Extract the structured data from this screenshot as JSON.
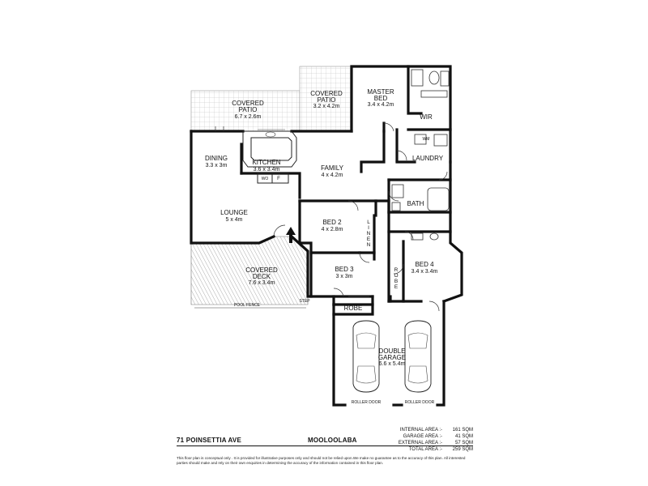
{
  "rooms": {
    "covered_patio_left": {
      "name_line1": "COVERED",
      "name_line2": "PATIO",
      "size": "6.7 x 2.6m"
    },
    "covered_patio_right": {
      "name_line1": "COVERED",
      "name_line2": "PATIO",
      "size": "3.2 x 4.2m"
    },
    "master_bed": {
      "name_line1": "MASTER",
      "name_line2": "BED",
      "size": "3.4 x 4.2m"
    },
    "wir": {
      "name": "WIR"
    },
    "dining": {
      "name": "DINING",
      "size": "3.3 x 3m"
    },
    "kitchen": {
      "name": "KITCHEN",
      "size": "3.6 x 3.4m",
      "wo": "WO",
      "fridge": "F"
    },
    "family": {
      "name": "FAMILY",
      "size": "4 x 4.2m"
    },
    "laundry": {
      "name": "LAUNDRY",
      "wm": "WM"
    },
    "bath": {
      "name": "BATH"
    },
    "lounge": {
      "name": "LOUNGE",
      "size": "5 x 4m"
    },
    "bed2": {
      "name": "BED 2",
      "size": "4 x 2.8m"
    },
    "linen": {
      "chars": [
        "L",
        "I",
        "N",
        "E",
        "N"
      ]
    },
    "bed3": {
      "name": "BED 3",
      "size": "3 x 3m"
    },
    "bed4": {
      "name": "BED 4",
      "size": "3.4 x 3.4m"
    },
    "robe_vertical": {
      "chars": [
        "R",
        "O",
        "B",
        "E"
      ]
    },
    "robe": {
      "name": "ROBE"
    },
    "covered_deck": {
      "name_line1": "COVERED",
      "name_line2": "DECK",
      "size": "7.6 x 3.4m"
    },
    "double_garage": {
      "name_line1": "DOUBLE",
      "name_line2": "GARAGE",
      "size": "6.6 x 5.4m"
    }
  },
  "annotations": {
    "pool_fence": "POOL FENCE",
    "step": "STEP",
    "roller_door_left": "ROLLER DOOR",
    "roller_door_right": "ROLLER DOOR"
  },
  "footer": {
    "address": "71 POINSETTIA AVE",
    "suburb": "MOOLOOLABA",
    "areas": [
      {
        "label": "INTERNAL AREA :-",
        "value": "161 SQM"
      },
      {
        "label": "GARAGE AREA :-",
        "value": "41 SQM"
      },
      {
        "label": "EXTERNAL AREA :-",
        "value": "57 SQM"
      },
      {
        "label": "TOTAL AREA :-",
        "value": "259 SQM"
      }
    ],
    "disclaimer": "This floor plan is conceptual only . It is provided for illustrative purposes only and should not be relied upon.We make no guarantee as to the accuracy of this plan. All interested parties should make and rely on their own enquiries in determining the accuracy of the information contained in this floor plan."
  }
}
